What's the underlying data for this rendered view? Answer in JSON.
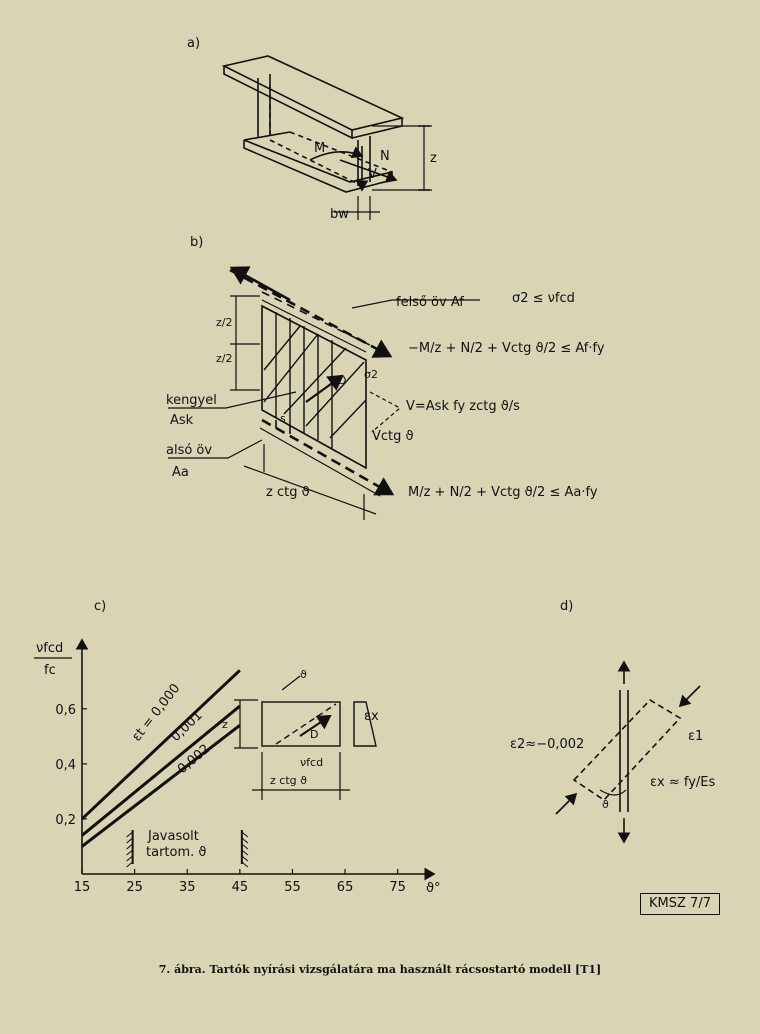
{
  "panels": {
    "a": {
      "label": "a)",
      "z": "z",
      "bw": "bw",
      "M": "M",
      "N": "N",
      "V": "V"
    },
    "b": {
      "label": "b)",
      "felso_ov": "felső öv Af",
      "sigma2": "σ2 ≤ νfcd",
      "top_eq": "−M/z + N/2 + Vctg ϑ/2 ≤ Af·fy",
      "z2": "z/2",
      "kengyel": "kengyel",
      "Ask": "Ask",
      "V_eq": "V=Ask fy zctg ϑ/s",
      "Vctg": "Vctg ϑ",
      "s": "s",
      "also_ov": "alsó öv",
      "Aa": "Aa",
      "zctg": "z ctg ϑ",
      "bottom_eq": "M/z + N/2 + Vctg ϑ/2 ≤ Aa·fy",
      "D": "D",
      "sigma2_small": "σ2",
      "theta": "ϑ"
    },
    "c": {
      "label": "c)",
      "ylabel_num": "νfcd",
      "ylabel_den": "fc",
      "lines": [
        "εt = 0,000",
        "0,001",
        "0,002"
      ],
      "range_label_1": "Javasolt",
      "range_label_2": "tartom. ϑ",
      "ex": "εx",
      "z": "z",
      "zctg": "z ctg ϑ",
      "nufcd": "νfcd",
      "D": "D",
      "theta": "ϑ"
    },
    "d": {
      "label": "d)",
      "e1": "ε1",
      "e2": "ε2≈−0,002",
      "ex": "εx ≈ fy/Es",
      "theta": "ϑ"
    }
  },
  "chart_data": {
    "type": "line",
    "xlabel": "ϑ°",
    "ylabel": "νfcd / fc",
    "x_ticks": [
      15,
      25,
      35,
      45,
      55,
      65,
      75
    ],
    "y_ticks": [
      0.2,
      0.4,
      0.6
    ],
    "y_tick_labels": [
      "0,2",
      "0,4",
      "0,6"
    ],
    "xlim": [
      15,
      80
    ],
    "ylim": [
      0,
      0.85
    ],
    "series": [
      {
        "name": "εt = 0,000",
        "x": [
          15,
          45
        ],
        "y": [
          0.2,
          0.74
        ]
      },
      {
        "name": "0,001",
        "x": [
          15,
          45
        ],
        "y": [
          0.14,
          0.61
        ]
      },
      {
        "name": "0,002",
        "x": [
          15,
          45
        ],
        "y": [
          0.1,
          0.54
        ]
      }
    ],
    "recommended_range": [
      25,
      45
    ]
  },
  "badge": "KMSZ 7/7",
  "caption": "7. ábra. Tartók nyírási vizsgálatára ma használt rácsostartó modell [T1]"
}
